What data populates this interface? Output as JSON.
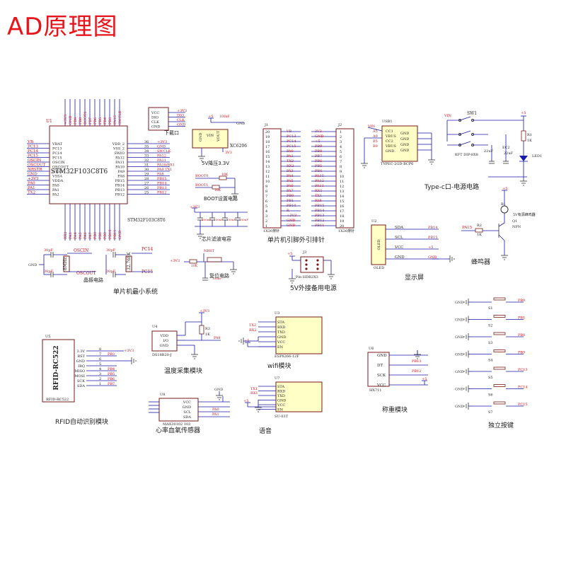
{
  "title": "AD原理图",
  "colors": {
    "wire": "#1a1aa8",
    "text": "#c8141e",
    "part": "#7a1a1a",
    "fill": "#ffffc6",
    "title": "#e8141b"
  },
  "mcu": {
    "ref": "U1",
    "name": "STM32F103C8T6",
    "footprint": "STM32F103C8T6",
    "left_nets": [
      "VB",
      "PC13",
      "PC14",
      "PC15",
      "OSCIN",
      "OSCOUT",
      "NRSTR",
      "GND",
      "+3V3",
      "PA0",
      "PA1",
      "TX2"
    ],
    "left_pins": [
      "VBAT",
      "PC13",
      "PC14",
      "PC15",
      "OSCIN",
      "OSCOUT",
      "NRST",
      "VSSA",
      "VDDA",
      "PA0",
      "PA1",
      "PA2"
    ],
    "right_nets": [
      "+3V3",
      "GND",
      "SWCLK",
      "PA12",
      "PA11",
      "PA10/RX1",
      "PA9 TX1",
      "PA8",
      "PB15",
      "PB14",
      "PB13",
      "PB12"
    ],
    "right_pins": [
      "VDD_2",
      "VSS_2",
      "SWIO",
      "PA12",
      "PA11",
      "PA10",
      "PA9",
      "PA8",
      "PB15",
      "PB14",
      "PB13",
      "PB12"
    ],
    "right_nums": [
      "36",
      "35",
      "34",
      "33",
      "32",
      "31",
      "30",
      "29",
      "28",
      "27",
      "26",
      "25"
    ],
    "top_nets": [
      "+3V3",
      "GND",
      "PB9",
      "PB8",
      "BOOT0",
      "PB7",
      "PB6",
      "PB5",
      "PB4",
      "PB3",
      "PA15",
      "SWCLK"
    ],
    "bottom_nets": [
      "RX2",
      "PA3",
      "PA4",
      "PA5",
      "PA6",
      "PA7",
      "PB0",
      "PB1",
      "PB2",
      "PB10",
      "PB11",
      "GND"
    ]
  },
  "labels": {
    "min_system": "单片机最小系统",
    "crystal": "晶振电路",
    "download": "下载口",
    "regulator": "5V降压3.3V",
    "boot": "BOOT设置电路",
    "filter": "芯片滤波电容",
    "pinout": "单片机引脚外引排针",
    "backup": "5V外接备用电源",
    "typec": "Type-c口-电源电路",
    "display": "显示屏",
    "buzzer": "蜂鸣器",
    "temp": "温度采集模块",
    "wifi": "wifi模块",
    "rfid": "RFID自动识别模块",
    "heart": "心率血氧传感器",
    "voice": "语音",
    "weigh": "称重模块",
    "keys": "独立按键",
    "reset": "复位电路",
    "crystal_8m": "8MHz",
    "crystal_32k": "32.768K"
  },
  "download": {
    "pins": [
      "VCC",
      "DIO",
      "CLK",
      "GND"
    ],
    "nets": [
      "+3V3",
      "DIO",
      "CLK",
      "GND"
    ]
  },
  "ldo": {
    "name": "XC6206",
    "vin": "VIN",
    "vout": "VOUT",
    "gnd": "GND",
    "in": "+5",
    "out": "3V3",
    "cap": "100nF"
  },
  "j1": {
    "ref": "J1",
    "name": "1X20排针",
    "nums": [
      "20",
      "19",
      "18",
      "17",
      "16",
      "15",
      "14",
      "13",
      "12",
      "11",
      "10",
      "9",
      "8",
      "7",
      "6",
      "5",
      "4",
      "3",
      "2",
      "1"
    ],
    "nets": [
      "VB",
      "PC13",
      "PC14",
      "PC15",
      "PA0",
      "PA1",
      "TX2",
      "RX2",
      "PA3",
      "PA4",
      "PA5",
      "PA6",
      "PA7",
      "PB0",
      "PB1",
      "PB10",
      "R",
      "+3V3",
      "GND",
      "GND"
    ]
  },
  "j2": {
    "ref": "J2",
    "name": "1X20排针",
    "nums": [
      "1",
      "2",
      "3",
      "4",
      "5",
      "6",
      "7",
      "8",
      "9",
      "10",
      "11",
      "12",
      "13",
      "14",
      "15",
      "16",
      "17",
      "18",
      "19",
      "20"
    ],
    "nets": [
      "3V3",
      "GND",
      "+5",
      "PB9",
      "PB8",
      "PB7",
      "PB6",
      "PB5",
      "PB4",
      "PA15",
      "PA12",
      "PA11",
      "RX1",
      "TX1",
      "PA8",
      "PB15",
      "PB14",
      "PB13",
      "PB12",
      "PB11"
    ]
  },
  "usb": {
    "ref": "USB1",
    "name": "TYPEC-2GD-BCP6",
    "pins": [
      "CC1",
      "VBUS",
      "CC2",
      "VBUS",
      "GND"
    ],
    "nets": [
      "VIN",
      "A5",
      "A9",
      "B5",
      "B9"
    ]
  },
  "power": {
    "sw": "SW1",
    "sw_name": "KFT DIP-8X8",
    "ec1": "EC1",
    "ec2": "EC2",
    "ec_val": "22uF",
    "led": "LED1",
    "r1": "R1",
    "r1_val": "1K",
    "net": "+5",
    "vin": "VIN"
  },
  "oled": {
    "ref": "U2",
    "name": "OLED",
    "pins": [
      "SDA",
      "SCL",
      "VCC",
      "GND"
    ],
    "nets": [
      "PB14",
      "PB15",
      "+5",
      "GND"
    ]
  },
  "buzzer": {
    "ref": "B1",
    "name": "5V有源蜂鸣器",
    "q": "Q1",
    "q_type": "NPN",
    "r": "R2",
    "r_val": "1K",
    "net": "PA15",
    "vcc": "+5"
  },
  "temp": {
    "ref": "U4",
    "name": "DS18B20-J",
    "pins": [
      "VDD",
      "I/O",
      "GND"
    ],
    "r": "R3",
    "r_val": "1K",
    "net": "PA8",
    "vcc": "+3V3"
  },
  "wifi": {
    "ref": "U3",
    "name": "ESP8266-12F",
    "pins": [
      "STA",
      "RXD",
      "TXD",
      "GND",
      "VCC",
      "EN"
    ],
    "nets": [
      "TX2",
      "RX2",
      "+5"
    ]
  },
  "rfid": {
    "ref": "U5",
    "name": "RFID-RC522",
    "pins": [
      "3.3V",
      "RST",
      "GND",
      "IRQ",
      "MISO",
      "MOSI",
      "SCK",
      "SDA"
    ],
    "nums": [
      "8",
      "7",
      "6",
      "5",
      "4",
      "3",
      "2",
      "1"
    ],
    "nets": [
      "+3V3",
      "PB3",
      "PB4",
      "PB5",
      "PB6",
      "PB7"
    ]
  },
  "heart": {
    "ref": "U8",
    "name": "MAX30102 103",
    "pins": [
      "VCC",
      "GND",
      "SCL",
      "SDA"
    ],
    "nets": [
      "GND",
      "PA0",
      "PA1"
    ]
  },
  "voice": {
    "ref": "U7",
    "name": "SU-03T",
    "pins": [
      "STA",
      "RXD",
      "TXD",
      "GND",
      "VCC",
      "EN"
    ],
    "nets": [
      "TX1",
      "RX1",
      "+5"
    ]
  },
  "weigh": {
    "ref": "U6",
    "name": "HX711",
    "pins": [
      "GND",
      "DT",
      "SCK",
      "VCC"
    ],
    "nets": [
      "GND",
      "PB13",
      "PB12",
      "+5"
    ]
  },
  "keys": [
    {
      "ref": "S1",
      "net": "PB0"
    },
    {
      "ref": "S2",
      "net": "PB1"
    },
    {
      "ref": "S3",
      "net": "PB8"
    },
    {
      "ref": "S4",
      "net": "PB9"
    },
    {
      "ref": "S5",
      "net": "PC13"
    },
    {
      "ref": "S6",
      "net": "PC14"
    },
    {
      "ref": "S7",
      "net": "PC15"
    }
  ],
  "backup": {
    "ref": "J3",
    "name": "Pin HDR2X3",
    "net": "+5",
    "gnd": "GND"
  },
  "misc": {
    "gnd": "GND",
    "nrst": "NRST",
    "r10k": "10K",
    "c100nf": "100nF",
    "c30pf": "30pF",
    "boot0": "BOOT0",
    "boot1": "BOOT1",
    "p33": "+3V3",
    "p5": "+5",
    "oscin": "OSCIN",
    "oscout": "OSCOUT",
    "pc14": "PC14",
    "pc15": "PC15"
  }
}
